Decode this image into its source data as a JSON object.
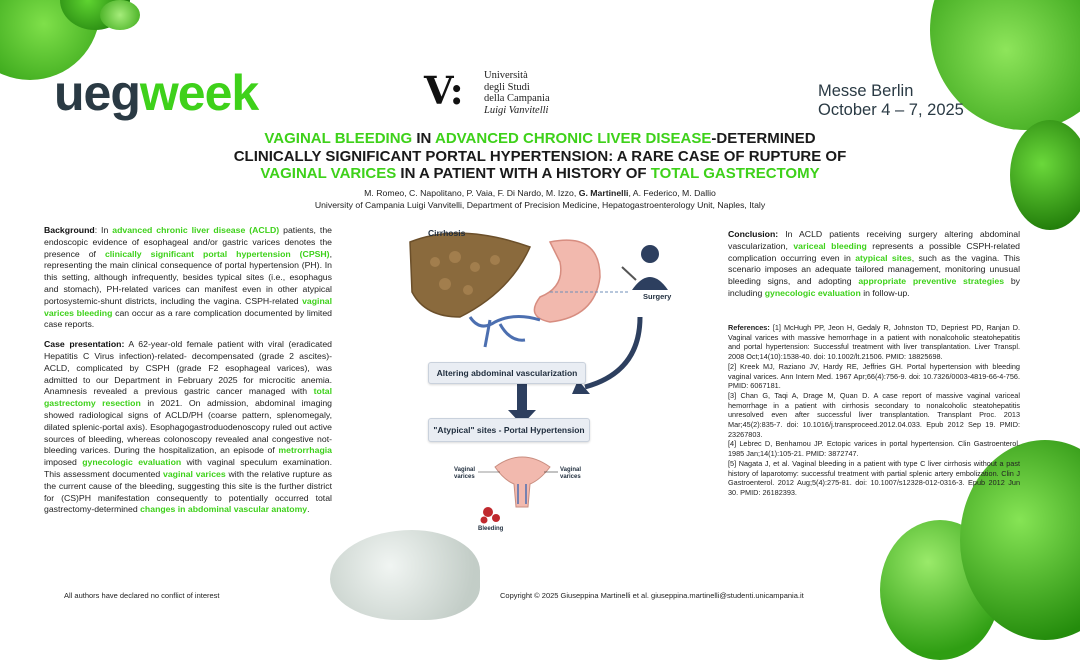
{
  "header": {
    "logo_ueg": "ueg",
    "logo_week": "week",
    "university": {
      "mark": "V:",
      "line1": "Università",
      "line2": "degli Studi",
      "line3": "della Campania",
      "line4": "Luigi Vanvitelli"
    },
    "event_venue": "Messe Berlin",
    "event_dates": "October 4 – 7, 2025"
  },
  "title": {
    "p1": "VAGINAL BLEEDING",
    "p2": " IN ",
    "p3": "ADVANCED CHRONIC LIVER DISEASE",
    "p4": "-DETERMINED",
    "p5": "CLINICALLY SIGNIFICANT PORTAL HYPERTENSION: A RARE CASE OF RUPTURE OF",
    "p6": "VAGINAL VARICES",
    "p7": " IN A PATIENT WITH A HISTORY OF ",
    "p8": "TOTAL GASTRECTOMY"
  },
  "authors": {
    "a1": "M. Romeo, C. Napolitano, P. Vaia, F. Di Nardo, M. Izzo, ",
    "a2": "G. Martinelli",
    "a3": ", A. Federico, M. Dallio",
    "affiliation": "University of Campania Luigi Vanvitelli, Department of Precision Medicine, Hepatogastroenterology Unit, Naples, Italy"
  },
  "background": {
    "h": "Background",
    "t1": ": In ",
    "g1": "advanced chronic liver disease (ACLD)",
    "t2": " patients, the endoscopic evidence of esophageal and/or gastric varices denotes the presence of ",
    "g2": "clinically significant portal hypertension (CPSH)",
    "t3": ", representing the main clinical consequence of portal hypertension (PH). In this setting, although infrequently, besides typical sites (i.e., esophagus and stomach), PH-related varices can manifest even in other atypical portosystemic-shunt districts, including the vagina. CSPH-related ",
    "g3": "vaginal varices bleeding",
    "t4": " can occur as a rare complication documented by limited case reports."
  },
  "case": {
    "h": "Case presentation:",
    "t1": " A 62-year-old female patient with viral (eradicated Hepatitis C Virus infection)-related- decompensated (grade 2 ascites)-ACLD, complicated by CSPH (grade F2 esophageal varices), was admitted to our Department in February 2025 for microcitic anemia. Anamnesis revealed a previous gastric cancer managed with ",
    "g1": "total gastrectomy resection",
    "t2": " in 2021. On admission, abdominal imaging showed radiological signs of ACLD/PH (coarse pattern, splenomegaly, dilated splenic-portal axis). Esophagogastroduodenoscopy ruled out active sources of bleeding, whereas colonoscopy revealed anal congestive not-bleeding varices. During the hospitalization, an episode of ",
    "g2": "metrorrhagia",
    "t3": " imposed ",
    "g3": "gynecologic evaluation",
    "t4": " with vaginal speculum examination. This assessment documented ",
    "g4": "vaginal varices",
    "t5": " with the relative rupture as the current cause of the bleeding, suggesting this site is the further district for (CS)PH manifestation consequently to potentially occurred total gastrectomy-determined ",
    "g5": "changes in abdominal vascular anatomy",
    "t6": "."
  },
  "figure": {
    "cirrhosis": "Cirrhosis",
    "surgery": "Surgery",
    "box1": "Altering abdominal vascularization",
    "box2": "\"Atypical\" sites - Portal Hypertension",
    "vaginal_left": "Vaginal varices",
    "vaginal_right": "Vaginal varices",
    "bleeding": "Bleeding"
  },
  "conclusion": {
    "h": "Conclusion:",
    "t1": " In ACLD patients receiving surgery altering abdominal vascularization, ",
    "g1": "variceal bleeding",
    "t2": " represents a possible CSPH-related complication occurring even in ",
    "g2": "atypical sites",
    "t3": ", such as the vagina. This scenario imposes an adequate tailored management, monitoring unusual bleeding signs, and adopting ",
    "g3": "appropriate preventive strategies",
    "t4": " by including ",
    "g4": "gynecologic evaluation",
    "t5": " in follow-up."
  },
  "references": {
    "h": "References:",
    "r1": " [1] McHugh PP, Jeon H, Gedaly R, Johnston TD, Depriest PD, Ranjan D. Vaginal varices with massive hemorrhage in a patient with nonalcoholic steatohepatitis and portal hypertension: Successful treatment with liver transplantation. Liver Transpl. 2008 Oct;14(10):1538-40. doi: 10.1002/lt.21506. PMID: 18825698.",
    "r2": "[2] Kreek MJ, Raziano JV, Hardy RE, Jeffries GH. Portal hypertension with bleeding vaginal varices. Ann Intern Med. 1967 Apr;66(4):756-9. doi: 10.7326/0003-4819-66-4-756. PMID: 6067181.",
    "r3": "[3] Chan G, Taqi A, Drage M, Quan D. A case report of massive vaginal variceal hemorrhage in a patient with cirrhosis secondary to nonalcoholic steatohepatitis unresolved even after successful liver transplantation. Transplant Proc. 2013 Mar;45(2):835-7. doi: 10.1016/j.transproceed.2012.04.033. Epub 2012 Sep 19. PMID: 23267803.",
    "r4": "[4] Lebrec D, Benhamou JP. Ectopic varices in portal hypertension. Clin Gastroenterol. 1985 Jan;14(1):105-21. PMID: 3872747.",
    "r5": "[5] Nagata J, et al. Vaginal bleeding in a patient with type C liver cirrhosis without a past history of laparotomy: successful treatment with partial splenic artery embolization. Clin J Gastroenterol. 2012 Aug;5(4):275-81. doi: 10.1007/s12328-012-0316-3. Epub 2012 Jun 30. PMID: 26182393."
  },
  "footer": {
    "coi": "All authors have declared no conflict of interest",
    "copyright": "Copyright © 2025 Giuseppina Martinelli et al. giuseppina.martinelli@studenti.unicampania.it"
  },
  "colors": {
    "accent_green": "#3ed11a",
    "brand_dark": "#2a3a44",
    "arrow_navy": "#2d3f5f"
  }
}
